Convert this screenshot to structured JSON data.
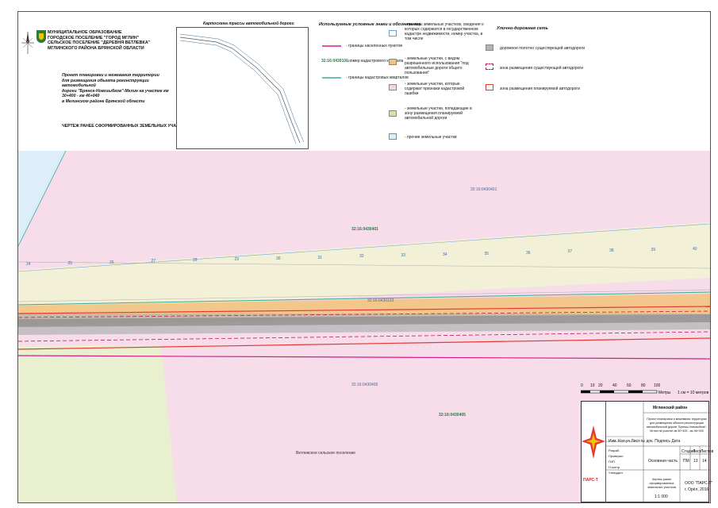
{
  "header": {
    "lines": [
      "МУНИЦИПАЛЬНОЕ ОБРАЗОВАНИЕ",
      "ГОРОДСКОЕ ПОСЕЛЕНИЕ \"ГОРОД МГЛИН\"",
      "СЕЛЬСКОЕ ПОСЕЛЕНИЕ \"ДЕРЕВНЯ ВЕТЛЕВКА\"",
      "МГЛИНСКОГО РАЙОНА БРЯНСКОЙ ОБЛАСТИ"
    ],
    "project_lines": [
      "Проект планировки и межевания территории",
      "для размещения объекта реконструкции автомобильной",
      "дороги \"Брянск-Новозыбков\"-Мглин на участке км 30+400 - км 46+040",
      "в Мглинском районе Брянской области"
    ],
    "drawing_title": "ЧЕРТЕЖ РАНЕЕ СФОРМИРОВАННЫХ ЗЕМЕЛЬНЫХ УЧАСТКОВ"
  },
  "scheme": {
    "title": "Картосхема трассы автомобильной дороги"
  },
  "legend": {
    "title": "Используемые условные знаки и обозначения",
    "items": [
      {
        "label": "- границы населенных пунктов",
        "color": "#d81b8a"
      },
      {
        "label": "- номер кадастрового квартала",
        "code": "32:16:0430101"
      },
      {
        "label": "- границы кадастровых кварталов",
        "color": "#3aa89a"
      }
    ],
    "parcels_title": "- границы земельных участков, сведения о которых содержатся в государственном кадастре недвижимости, номер участка, в том числе",
    "parcels": [
      {
        "label": "- земельные участки, с видом разрешенного использования \"под автомобильные дороги общего пользования\"",
        "color": "#f2c27a"
      },
      {
        "label": "- земельные участки, которые содержат признаки кадастровой ошибки",
        "color": "#f3d3f0"
      },
      {
        "label": "- земельные участки, попадающие в зону размещения планируемой автомобильной дороги",
        "color": "#c9e6a5"
      },
      {
        "label": "- прочие земельные участки",
        "color": "#dbeefa"
      }
    ],
    "road_title": "Улично-дорожная сеть",
    "road": [
      {
        "label": "дорожное полотно существующей автодороги",
        "color": "#b4b4b4"
      },
      {
        "label": "зона размещения существующей автодороги",
        "color": "#c2185b"
      },
      {
        "label": "зона размещения планируемой автодороги",
        "color": "#e53935"
      }
    ]
  },
  "map": {
    "labels": [
      {
        "text": "32:16:0430401",
        "kind": "quarter"
      },
      {
        "text": "32:16:0430405",
        "kind": "quarter"
      },
      {
        "text": "32:16:0430103",
        "kind": "quarter"
      },
      {
        "text": "Ветлевское сельское поселение",
        "kind": "settlement"
      }
    ],
    "chainage": [
      "24",
      "25",
      "26",
      "27",
      "28",
      "29",
      "30",
      "31",
      "32",
      "33",
      "34",
      "35",
      "36",
      "37",
      "38",
      "39",
      "40"
    ]
  },
  "scale": {
    "ticks": [
      "0",
      "10",
      "20",
      "40",
      "60",
      "80",
      "100"
    ],
    "units": "Метры",
    "ratio": "1 см = 10 метров"
  },
  "stamp": {
    "district": "Мглинский район",
    "title": "Проект планировки и межевания территории для размещения объекта реконструкции автомобильной дороги \"Брянск-Новозыбков\"-Мглин на участке км 30+400 - км 46+040",
    "part": "Основная часть",
    "sheet_label": "Стадия",
    "sheet_label2": "Лист",
    "sheet_label3": "Листов",
    "stage": "ПМ",
    "sheet": "13",
    "sheets": "14",
    "drawing": "Чертеж ранее сформированных земельных участков",
    "scale": "1:1 000",
    "company": "ООО \"ПАРС-Т\"",
    "city": "г. Орёл, 2016",
    "logo": "ПАРС-Т",
    "rows": [
      "Изм.",
      "Кол.уч",
      "Лист",
      "№ док.",
      "Подпись",
      "Дата"
    ],
    "people": [
      "Разраб.",
      "Проверил",
      "ГИП",
      "Н.контр",
      "Утвердил"
    ]
  },
  "colors": {
    "pink": "#f7dcea",
    "yellow": "#f3f0d8",
    "orange": "#f2c27a",
    "grey": "#b4b4b4",
    "green": "#c9e6a5"
  }
}
